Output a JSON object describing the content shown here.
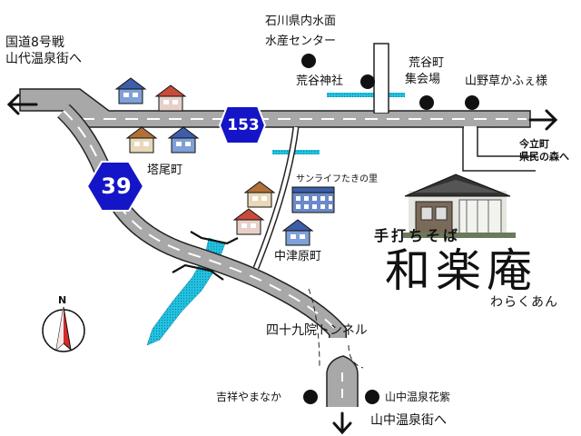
{
  "routes": {
    "r153": "153",
    "r39": "39"
  },
  "labels": {
    "kokudo": "国道8号戦",
    "yamashiro": "山代温泉街へ",
    "ishikawa1": "石川県内水面",
    "ishikawa2": "水産センター",
    "aratani_jinja": "荒谷神社",
    "aratani_machi": "荒谷町",
    "shukaijo": "集会場",
    "yamanokusa": "山野草かふぇ様",
    "imadachi": "今立町",
    "kenmin": "県民の森へ",
    "toonomachi": "塔尾町",
    "sunlife": "サンライフたきの里",
    "nakatsuhara": "中津原町",
    "tunnel": "四十九院トンネル",
    "kisshou": "吉祥やまなか",
    "kashi": "山中温泉花紫",
    "yamanaka": "山中温泉街へ",
    "north": "N"
  },
  "brand": {
    "sub": "手打ちそば",
    "name": "和楽庵",
    "kana": "わらくあん"
  },
  "colors": {
    "road": "#a8a8a8",
    "road_edge": "#222222",
    "water": "#22c2e0",
    "shield": "#1515c8",
    "compass_red": "#d42a2a"
  },
  "icons": {
    "arrow_left": "arrow-left-icon",
    "arrow_right": "arrow-right-icon",
    "arrow_down": "arrow-down-icon",
    "poi": "poi-dot-icon",
    "house": "house-icon",
    "building": "building-icon",
    "compass": "compass-icon"
  }
}
